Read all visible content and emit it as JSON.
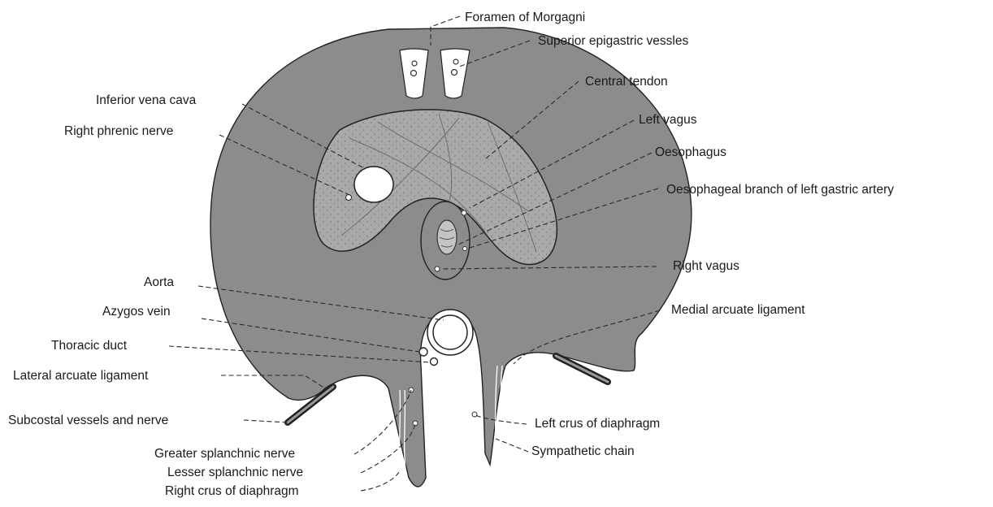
{
  "labels": {
    "foramen_morgagni": "Foramen of Morgagni",
    "superior_epigastric": "Superior epigastric vessles",
    "central_tendon": "Central tendon",
    "inferior_vena_cava": "Inferior vena cava",
    "left_vagus": "Left vagus",
    "right_phrenic": "Right phrenic nerve",
    "oesophagus": "Oesophagus",
    "oesophageal_branch": "Oesophageal branch of left gastric artery",
    "right_vagus": "Right vagus",
    "aorta": "Aorta",
    "medial_arcuate": "Medial arcuate ligament",
    "azygos": "Azygos vein",
    "thoracic_duct": "Thoracic duct",
    "lateral_arcuate": "Lateral arcuate ligament",
    "subcostal": "Subcostal vessels and nerve",
    "left_crus": "Left crus of diaphragm",
    "greater_splanchnic": "Greater splanchnic nerve",
    "sympathetic_chain": "Sympathetic chain",
    "lesser_splanchnic": "Lesser splanchnic nerve",
    "right_crus": "Right crus of diaphragm"
  },
  "colors": {
    "muscle": "#8c8c8c",
    "tendon": "#a8a8a8",
    "outline": "#222222",
    "hole": "#ffffff"
  }
}
